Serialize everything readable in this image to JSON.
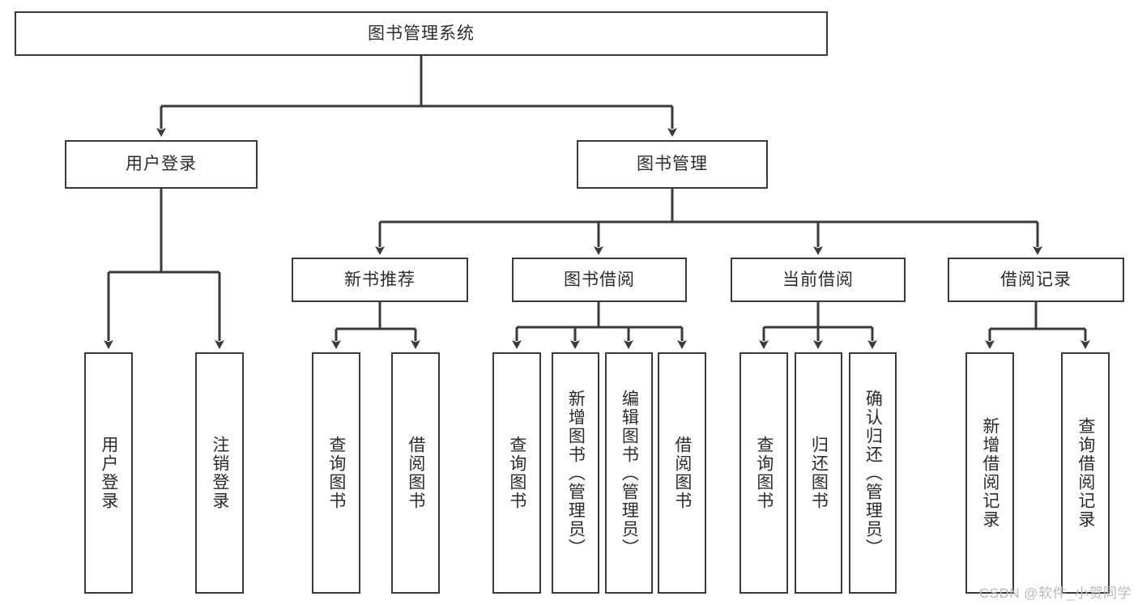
{
  "diagram": {
    "title": "图书管理系统",
    "type": "function-structure-tree",
    "orientation": "top-down",
    "stroke_color": "#3a3a3a",
    "text_color": "#2b2b2b",
    "background_color": "#ffffff",
    "watermark": "CSDN @软件_小贺同学"
  },
  "nodes": {
    "root": {
      "label": "图书管理系统",
      "level": 0
    },
    "level1": [
      {
        "id": "user-login",
        "label": "用户登录",
        "level": 1
      },
      {
        "id": "book-manage",
        "label": "图书管理",
        "level": 1
      }
    ],
    "level2": [
      {
        "id": "new-book-recommend",
        "label": "新书推荐",
        "level": 2,
        "parent": "book-manage"
      },
      {
        "id": "book-borrow",
        "label": "图书借阅",
        "level": 2,
        "parent": "book-manage"
      },
      {
        "id": "current-borrow",
        "label": "当前借阅",
        "level": 2,
        "parent": "book-manage"
      },
      {
        "id": "borrow-record",
        "label": "借阅记录",
        "level": 2,
        "parent": "book-manage"
      }
    ],
    "leaves": [
      {
        "id": "leaf-user-login",
        "label": "用户登录",
        "parent": "user-login"
      },
      {
        "id": "leaf-user-logout",
        "label": "注销登录",
        "parent": "user-login"
      },
      {
        "id": "leaf-query-book-1",
        "label": "查询图书",
        "parent": "new-book-recommend"
      },
      {
        "id": "leaf-borrow-book-1",
        "label": "借阅图书",
        "parent": "new-book-recommend"
      },
      {
        "id": "leaf-query-book-2",
        "label": "查询图书",
        "parent": "book-borrow"
      },
      {
        "id": "leaf-add-book",
        "label": "新增图书（管理员）",
        "parent": "book-borrow"
      },
      {
        "id": "leaf-edit-book",
        "label": "编辑图书（管理员）",
        "parent": "book-borrow"
      },
      {
        "id": "leaf-borrow-book-2",
        "label": "借阅图书",
        "parent": "book-borrow"
      },
      {
        "id": "leaf-query-book-3",
        "label": "查询图书",
        "parent": "current-borrow"
      },
      {
        "id": "leaf-return-book",
        "label": "归还图书",
        "parent": "current-borrow"
      },
      {
        "id": "leaf-confirm-return",
        "label": "确认归还（管理员）",
        "parent": "current-borrow"
      },
      {
        "id": "leaf-add-record",
        "label": "新增借阅记录",
        "parent": "borrow-record"
      },
      {
        "id": "leaf-query-record",
        "label": "查询借阅记录",
        "parent": "borrow-record"
      }
    ]
  }
}
